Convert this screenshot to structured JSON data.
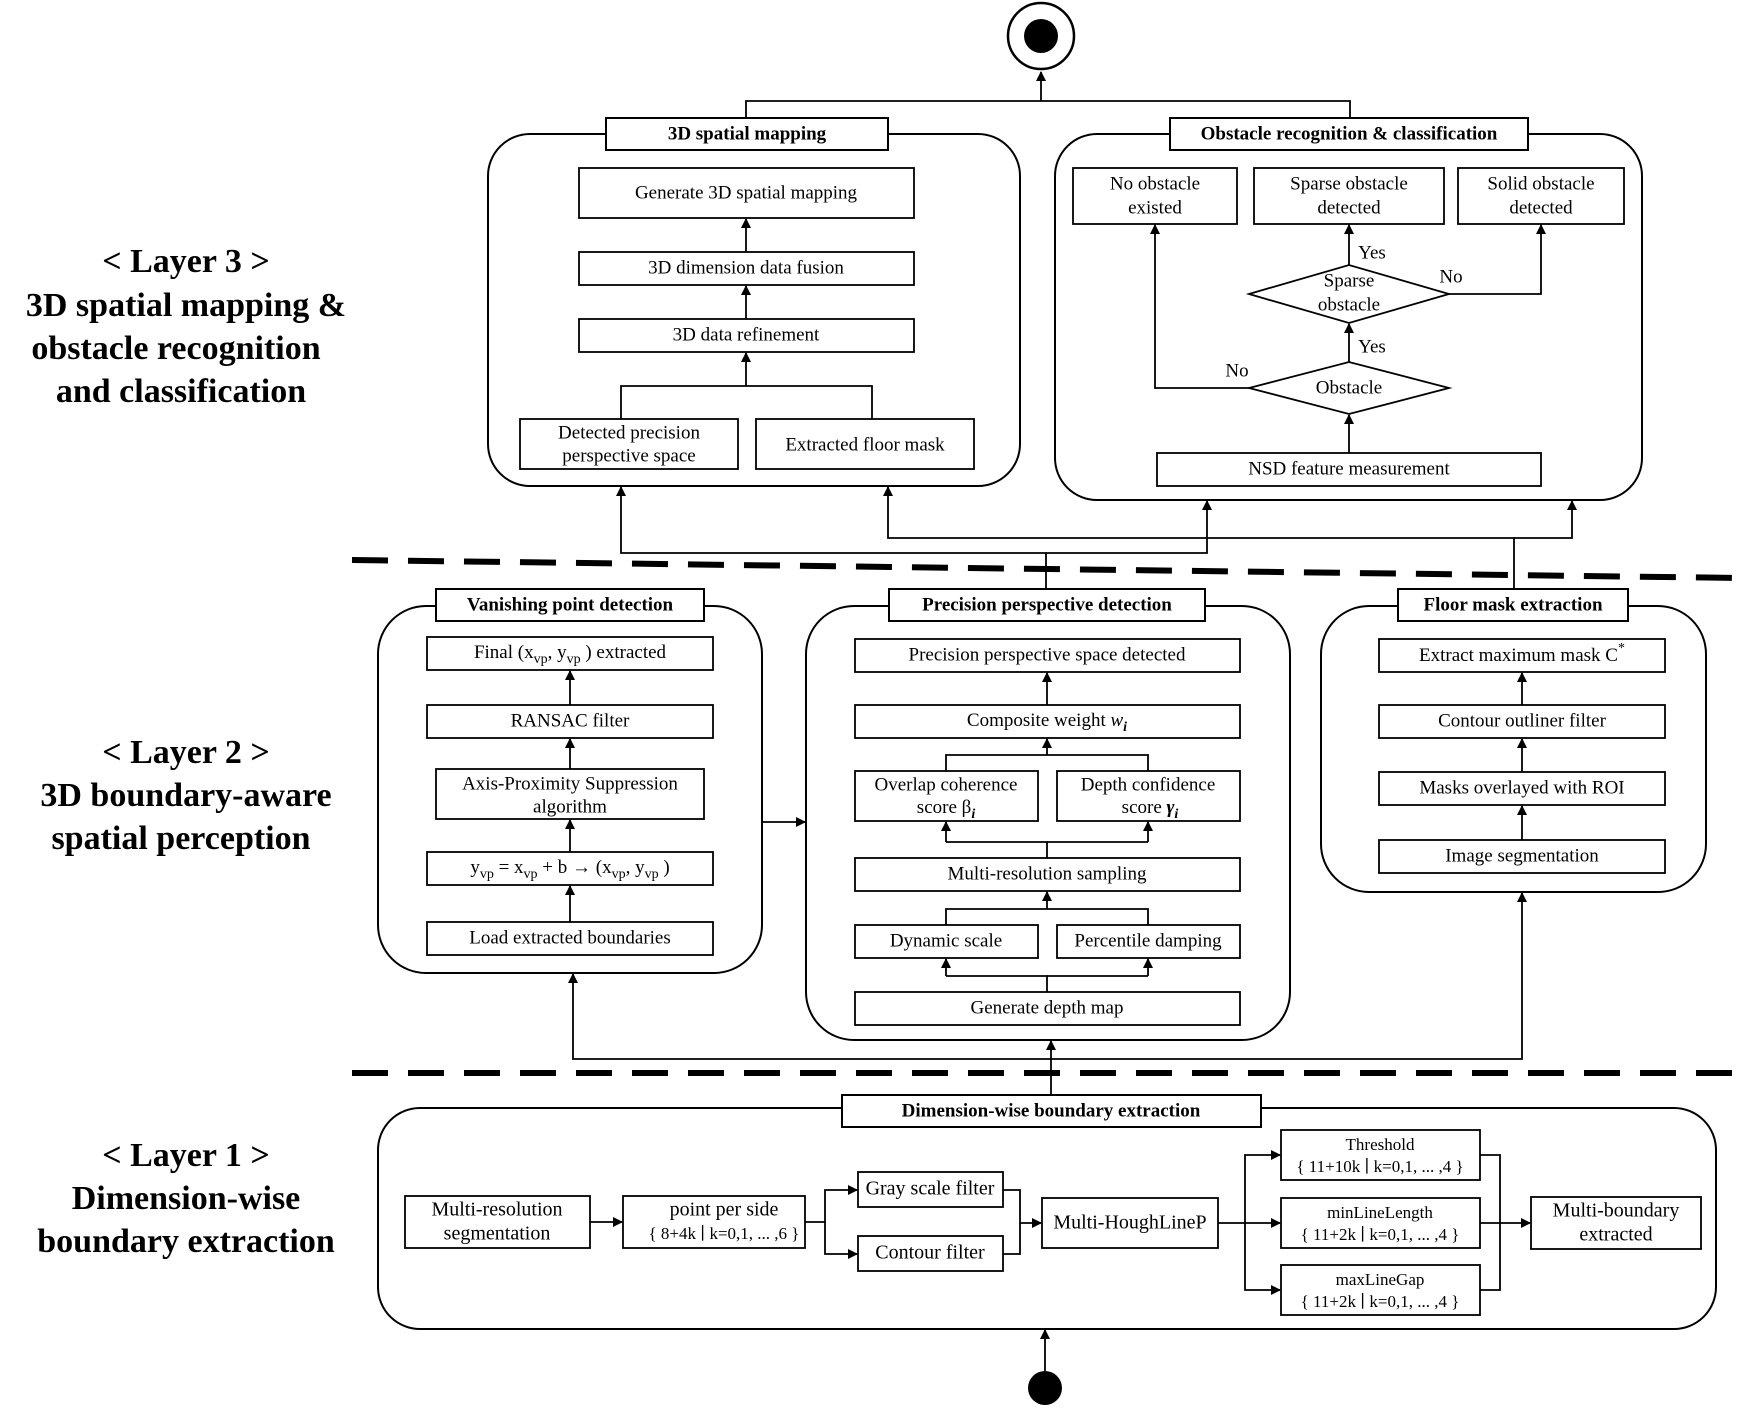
{
  "layers": [
    {
      "title": "< Layer 3 >",
      "lines": [
        "3D spatial mapping &",
        "obstacle recognition",
        "and classification"
      ]
    },
    {
      "title": "< Layer 2 >",
      "lines": [
        "3D boundary-aware",
        "spatial perception"
      ]
    },
    {
      "title": "< Layer 1 >",
      "lines": [
        "Dimension-wise",
        "boundary extraction"
      ]
    }
  ],
  "layer3": {
    "spatial_mapping": {
      "header": "3D spatial mapping",
      "generate": "Generate 3D spatial mapping",
      "fusion": "3D dimension data fusion",
      "refinement": "3D data refinement",
      "perspective": [
        "Detected precision",
        "perspective space"
      ],
      "floor_mask": "Extracted  floor mask"
    },
    "obstacle": {
      "header": "Obstacle recognition & classification",
      "no_obstacle": [
        "No obstacle",
        "existed"
      ],
      "sparse_detected": [
        "Sparse obstacle",
        "detected"
      ],
      "solid_detected": [
        "Solid obstacle",
        "detected"
      ],
      "sparse_decision": [
        "Sparse",
        "obstacle"
      ],
      "obstacle_decision": "Obstacle",
      "nsd": "NSD feature measurement",
      "yes": "Yes",
      "no": "No"
    }
  },
  "layer2": {
    "vanishing": {
      "header": "Vanishing point detection",
      "final_pre": "Final (x",
      "final_mid": ", y",
      "final_post": " ) extracted",
      "vp_sub": "vp",
      "ransac": "RANSAC filter",
      "aps": [
        "Axis-Proximity Suppression",
        "algorithm"
      ],
      "eq_y": "y",
      "eq_mid": " = x",
      "eq_b": " + b → (x",
      "eq_comma": ", y",
      "eq_end": " )",
      "load": "Load extracted boundaries"
    },
    "precision": {
      "header": "Precision perspective detection",
      "space": "Precision perspective space detected",
      "composite": "Composite weight ",
      "composite_sym": "w",
      "overlap": [
        "Overlap coherence",
        "score β"
      ],
      "depth": [
        "Depth confidence",
        "score "
      ],
      "depth_sym": "γ",
      "sub_i": "i",
      "multi": "Multi-resolution sampling",
      "dynamic": "Dynamic scale",
      "percentile": "Percentile damping",
      "depth_map": "Generate depth map"
    },
    "floor": {
      "header": "Floor mask extraction",
      "extract": "Extract maximum mask C",
      "extract_sup": "*",
      "contour": "Contour outliner filter",
      "masks": "Masks overlayed with ROI",
      "segmentation": "Image segmentation"
    }
  },
  "layer1": {
    "header": "Dimension-wise boundary extraction",
    "multi_seg": [
      "Multi-resolution",
      "segmentation"
    ],
    "points": [
      "point per side",
      "{ 8+4k ∣ k=0,1, ... ,6 }"
    ],
    "gray": "Gray scale filter",
    "contour": "Contour filter",
    "hough": "Multi-HoughLineP",
    "threshold": [
      "Threshold",
      "{ 11+10k ∣ k=0,1, ... ,4 }"
    ],
    "minline": [
      "minLineLength",
      "{ 11+2k ∣ k=0,1, ... ,4 }"
    ],
    "maxgap": [
      "maxLineGap",
      "{ 11+2k ∣ k=0,1, ... ,4 }"
    ],
    "boundary": [
      "Multi-boundary",
      "extracted"
    ]
  }
}
